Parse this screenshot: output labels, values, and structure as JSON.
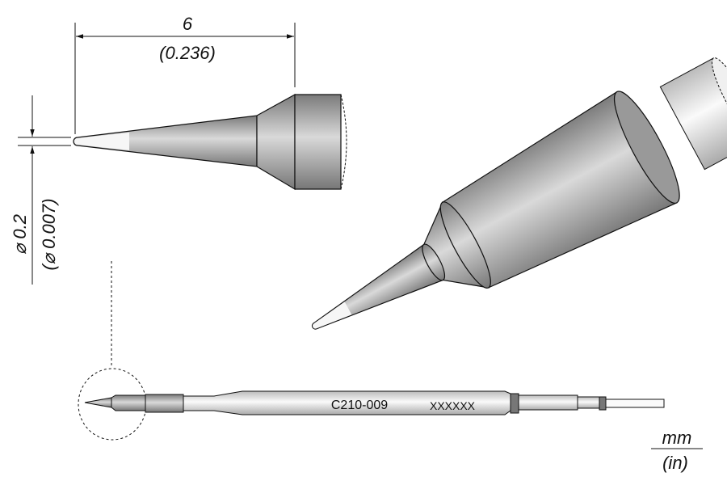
{
  "dimensions": {
    "length_mm": "6",
    "length_in": "(0.236)",
    "diameter_mm": "⌀ 0.2",
    "diameter_in": "(⌀ 0.007)"
  },
  "part": {
    "code": "C210-009",
    "serial": "XXXXXX"
  },
  "units": {
    "primary": "mm",
    "secondary": "(in)"
  },
  "colors": {
    "metal_dark": "#8a8a8a",
    "metal_light": "#d8d8d8",
    "tip_white": "#f4f4f4",
    "line": "#111111"
  }
}
